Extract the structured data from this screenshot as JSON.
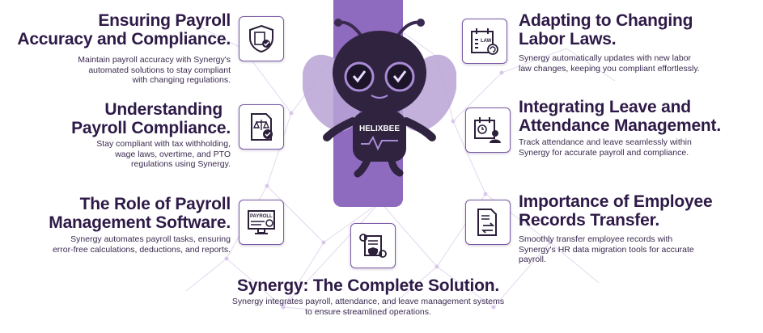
{
  "colors": {
    "accent": "#8f6bbf",
    "title": "#2e1a47",
    "text": "#3a2a4f",
    "icon": "#2b1f3a"
  },
  "mascot": {
    "label": "HELIXBEE"
  },
  "items": [
    {
      "title1": "Ensuring Payroll",
      "title2": "Accuracy and Compliance.",
      "d1": "Maintain payroll accuracy with Synergy's",
      "d2": "automated solutions to stay compliant",
      "d3": "with changing regulations.",
      "icon": "payroll-shield-icon"
    },
    {
      "title1": "Understanding",
      "title2": "Payroll Compliance.",
      "d1": "Stay compliant with tax withholding,",
      "d2": "wage laws, overtime, and PTO",
      "d3": "regulations using Synergy.",
      "icon": "compliance-document-icon"
    },
    {
      "title1": "The Role of Payroll",
      "title2": "Management Software.",
      "d1": "Synergy automates payroll tasks, ensuring",
      "d2": "error-free calculations, deductions, and reports.",
      "icon": "payroll-monitor-icon"
    },
    {
      "title1": "Adapting to Changing",
      "title2": "Labor Laws.",
      "d1": "Synergy automatically updates with new labor",
      "d2": "law changes, keeping you compliant effortlessly.",
      "icon": "law-calendar-icon"
    },
    {
      "title1": "Integrating Leave and",
      "title2": "Attendance Management.",
      "d1": "Track attendance and leave seamlessly within",
      "d2": "Synergy for accurate payroll and compliance.",
      "icon": "attendance-icon"
    },
    {
      "title1": "Importance of Employee",
      "title2": "Records Transfer.",
      "d1": "Smoothly transfer employee records with",
      "d2": "Synergy's HR data migration tools for accurate",
      "d3": "payroll.",
      "icon": "records-transfer-icon"
    },
    {
      "title1": "Synergy: The Complete Solution.",
      "d1": "Synergy integrates payroll, attendance, and leave management systems",
      "d2": "to ensure streamlined operations.",
      "icon": "synergy-gear-icon"
    }
  ],
  "icon_labels": {
    "payroll": "PAYROLL",
    "law": "LAW"
  }
}
